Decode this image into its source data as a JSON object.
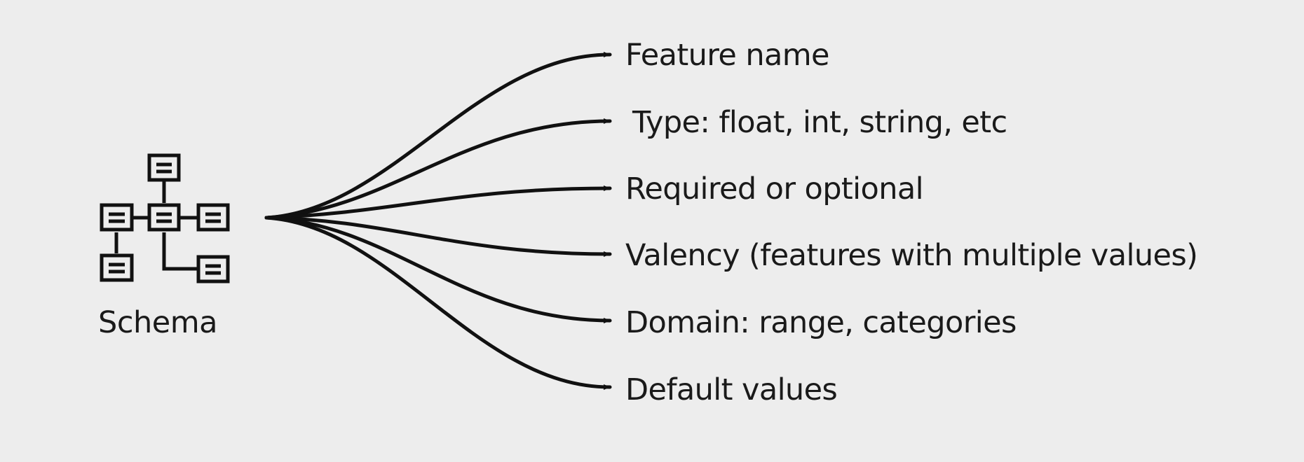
{
  "schema": {
    "label": "Schema",
    "icon": "schema-network-icon"
  },
  "items": [
    {
      "label": "Feature name"
    },
    {
      "label": "Type: float, int, string, etc"
    },
    {
      "label": "Required or optional"
    },
    {
      "label": "Valency (features with multiple values)"
    },
    {
      "label": "Domain: range, categories"
    },
    {
      "label": "Default values"
    }
  ],
  "colors": {
    "background": "#ededed",
    "stroke": "#111111"
  }
}
